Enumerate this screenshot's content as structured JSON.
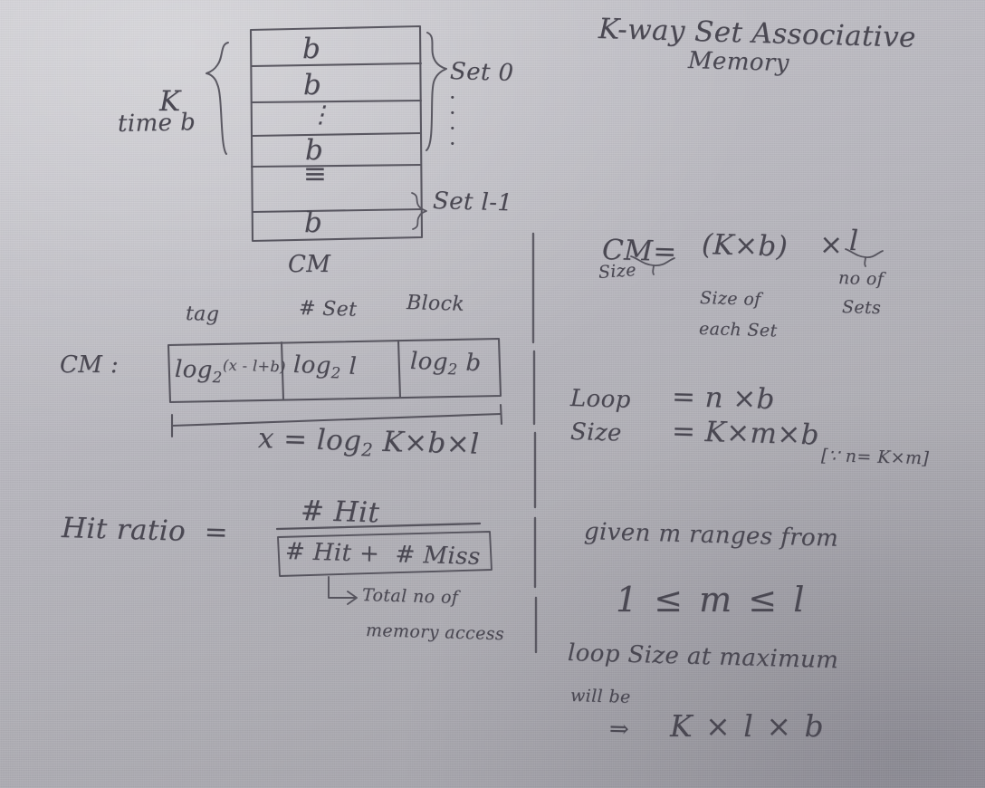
{
  "page": {
    "title": "K-way Set Associative Memory",
    "paper_color": "#b0afb6",
    "ink_color": "#4a4852"
  },
  "heading": {
    "line1": "K-way Set Associative",
    "line2": "Memory"
  },
  "cache_diagram": {
    "left_label_line1": "K",
    "left_label_line2": "time b",
    "rows": [
      "b",
      "b",
      "⋮",
      "b",
      "≡",
      "b"
    ],
    "set_first_label": "Set 0",
    "set_last_label": "Set l-1",
    "vertical_dots": "·",
    "caption": "CM"
  },
  "cm_size": {
    "lhs_line1": "CM=",
    "lhs_line2": "Size",
    "term_set": "(K×b)",
    "times": "×",
    "term_sets": "l",
    "annot_set": [
      "Size of",
      "each Set"
    ],
    "annot_sets": [
      "no of",
      "Sets"
    ]
  },
  "address_format": {
    "label": "CM :",
    "headers": [
      "tag",
      "# Set",
      "Block"
    ],
    "fields": [
      {
        "base": "log",
        "sub": "2",
        "sup": "(x - l+b)"
      },
      {
        "base": "log",
        "sub": "2",
        "arg": "l"
      },
      {
        "base": "log",
        "sub": "2",
        "arg": "b"
      }
    ],
    "total_width": "x = log",
    "total_width_sub": "2",
    "total_width_rest": " K×b×l"
  },
  "loop_size": {
    "label_line1": "Loop",
    "label_line2": "Size",
    "eq1": "= n ×b",
    "eq2": "= K×m×b",
    "note": "[∵ n= K×m]"
  },
  "hit_ratio": {
    "label": "Hit ratio  =",
    "numerator": "# Hit",
    "denominator": "# Hit +  # Miss",
    "annot_line1": "Total no of",
    "annot_line2": "memory access",
    "arrow": "↳"
  },
  "range_note": {
    "line1": "given m ranges from",
    "inequality": "1 ≤ m ≤ l",
    "line2": "loop Size at maximum",
    "line3": "will be",
    "arrow": "⇒",
    "result": "K × l × b"
  }
}
